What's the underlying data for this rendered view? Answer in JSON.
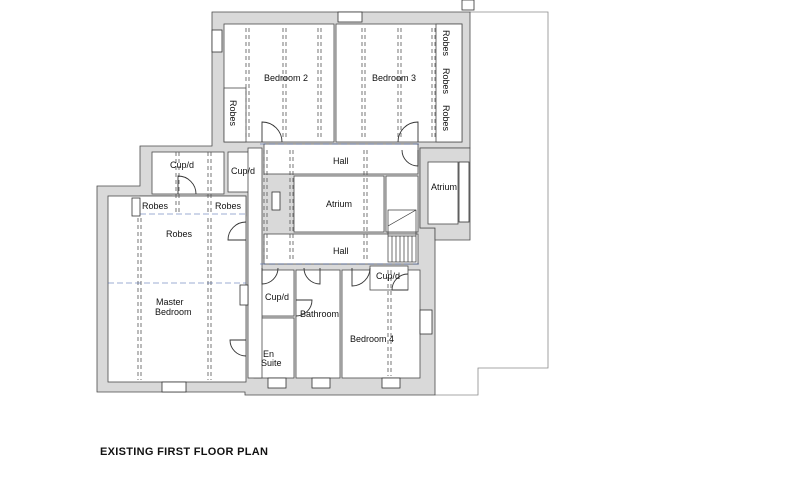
{
  "plan_title": "EXISTING FIRST FLOOR PLAN",
  "rooms": {
    "bedroom2": "Bedroom 2",
    "bedroom3": "Bedroom 3",
    "bedroom4": "Bedroom 4",
    "robes_left": "Robes",
    "robes_right_1": "Robes",
    "robes_right_2": "Robes",
    "robes_right_3": "Robes",
    "cupd_1": "Cup/d",
    "cupd_2": "Cup/d",
    "robes_small_1": "Robes",
    "robes_small_2": "Robes",
    "robes_master": "Robes",
    "hall_upper": "Hall",
    "atrium_center": "Atrium",
    "atrium_side": "Atrium",
    "hall_lower": "Hall",
    "master_line1": "Master",
    "master_line2": "Bedroom",
    "cupd_3": "Cup/d",
    "cupd_4": "Cup/d",
    "bathroom": "Bathroom",
    "ensuite_line1": "En",
    "ensuite_line2": "Suite"
  },
  "colors": {
    "wall_fill": "#d9d9d9",
    "line": "#4a4a4a",
    "beam": "#3f5ea8"
  }
}
